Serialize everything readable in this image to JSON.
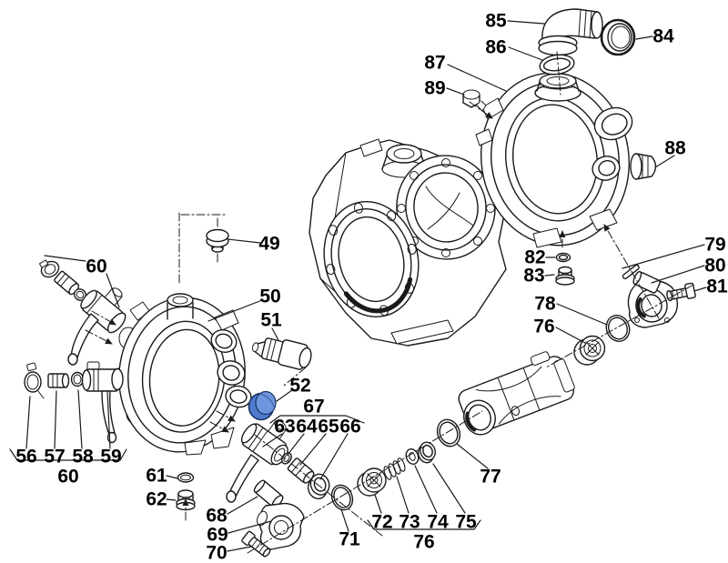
{
  "diagram": {
    "kind": "exploded-parts-diagram",
    "background_color": "#ffffff",
    "line_color": "#1a1a1a",
    "highlight": {
      "part_number": "52",
      "color": "#5b87d5"
    },
    "callouts": [
      {
        "number": "49"
      },
      {
        "number": "50"
      },
      {
        "number": "51"
      },
      {
        "number": "52"
      },
      {
        "number": "56"
      },
      {
        "number": "57"
      },
      {
        "number": "58"
      },
      {
        "number": "59"
      },
      {
        "number": "60"
      },
      {
        "number": "60"
      },
      {
        "number": "61"
      },
      {
        "number": "62"
      },
      {
        "number": "63"
      },
      {
        "number": "64"
      },
      {
        "number": "65"
      },
      {
        "number": "66"
      },
      {
        "number": "67"
      },
      {
        "number": "68"
      },
      {
        "number": "69"
      },
      {
        "number": "70"
      },
      {
        "number": "71"
      },
      {
        "number": "72"
      },
      {
        "number": "73"
      },
      {
        "number": "74"
      },
      {
        "number": "75"
      },
      {
        "number": "76"
      },
      {
        "number": "76"
      },
      {
        "number": "77"
      },
      {
        "number": "78"
      },
      {
        "number": "79"
      },
      {
        "number": "80"
      },
      {
        "number": "81"
      },
      {
        "number": "82"
      },
      {
        "number": "83"
      },
      {
        "number": "84"
      },
      {
        "number": "85"
      },
      {
        "number": "86"
      },
      {
        "number": "87"
      },
      {
        "number": "88"
      },
      {
        "number": "89"
      }
    ]
  }
}
